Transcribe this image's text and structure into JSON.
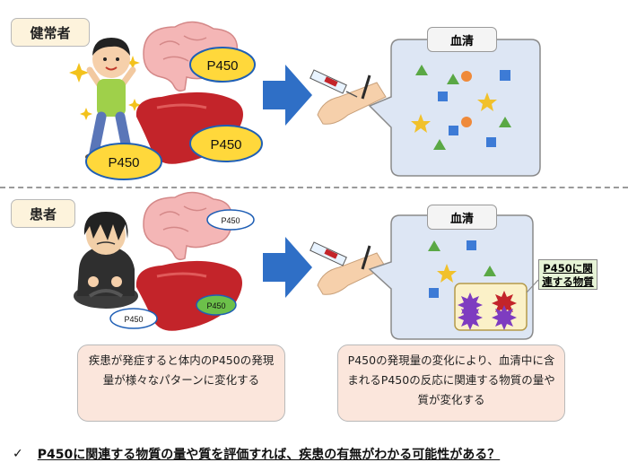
{
  "healthy": {
    "label": "健常者",
    "serum_title": "血清",
    "p450_labels": [
      "P450",
      "P450",
      "P450"
    ]
  },
  "patient": {
    "label": "患者",
    "serum_title": "血清",
    "p450_labels": [
      "P450",
      "P450",
      "P450"
    ],
    "callout": "P450に関連する物質"
  },
  "notes": {
    "left": "疾患が発症すると体内のP450の発現量が様々なパターンに変化する",
    "right": "P450の発現量の変化により、血清中に含まれるP450の反応に関連する物質の量や質が変化する"
  },
  "conclusion": {
    "check_icon": "✓",
    "text": "P450に関連する物質の量や質を評価すれば、疾患の有無がわかる可能性がある？"
  },
  "colors": {
    "label_bg": "#fdf3dc",
    "note_bg": "#fbe6dc",
    "serum_bg": "#dde6f4",
    "p450_yellow": "#ffd83b",
    "p450_green": "#6cc04a",
    "liver": "#c3242a",
    "brain": "#f4b6b6",
    "arrow": "#2f6fc6",
    "triangle": "#5aa845",
    "square": "#3d7bd6",
    "circle": "#ef8a3a",
    "star": "#f1c12b",
    "reactant": "#7e3cc0"
  }
}
